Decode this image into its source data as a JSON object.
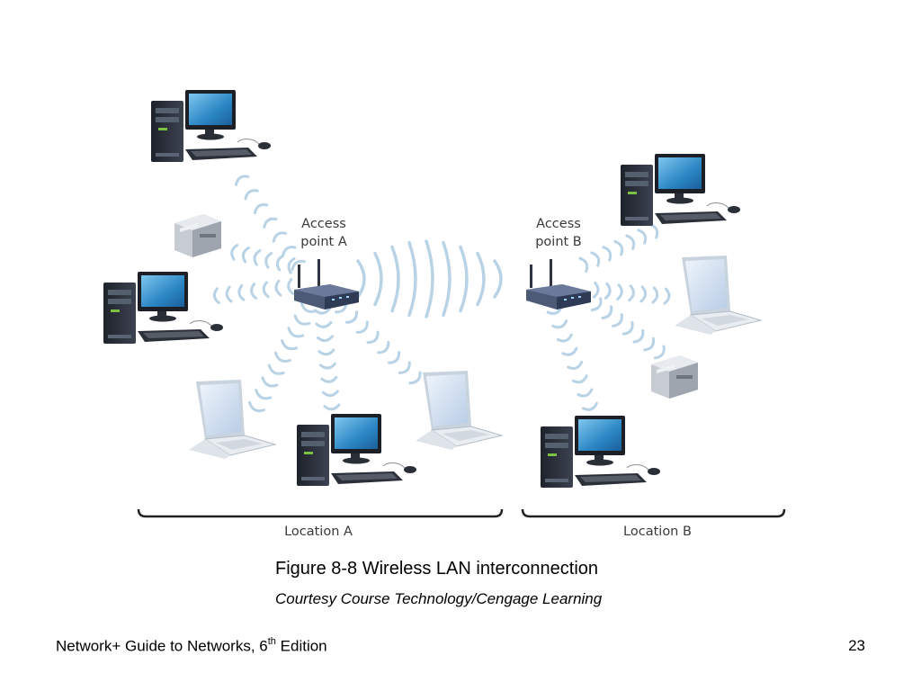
{
  "diagram": {
    "ap_a": {
      "line1": "Access",
      "line2": "point A"
    },
    "ap_b": {
      "line1": "Access",
      "line2": "point B"
    },
    "location_a": "Location A",
    "location_b": "Location B",
    "colors": {
      "signal": "#b9d3e6",
      "monitor": "#2a86c4",
      "tower": "#2b2f3a",
      "router": "#3f4f6c"
    },
    "icons": [
      "desktop-computer-icon",
      "laptop-icon",
      "printer-icon",
      "wireless-access-point-icon"
    ]
  },
  "caption": {
    "title": "Figure 8-8 Wireless LAN interconnection",
    "credit": "Courtesy Course Technology/Cengage Learning"
  },
  "footer": {
    "book_prefix": "Network+ Guide to Networks, 6",
    "book_sup": "th",
    "book_suffix": " Edition",
    "page_number": "23"
  }
}
